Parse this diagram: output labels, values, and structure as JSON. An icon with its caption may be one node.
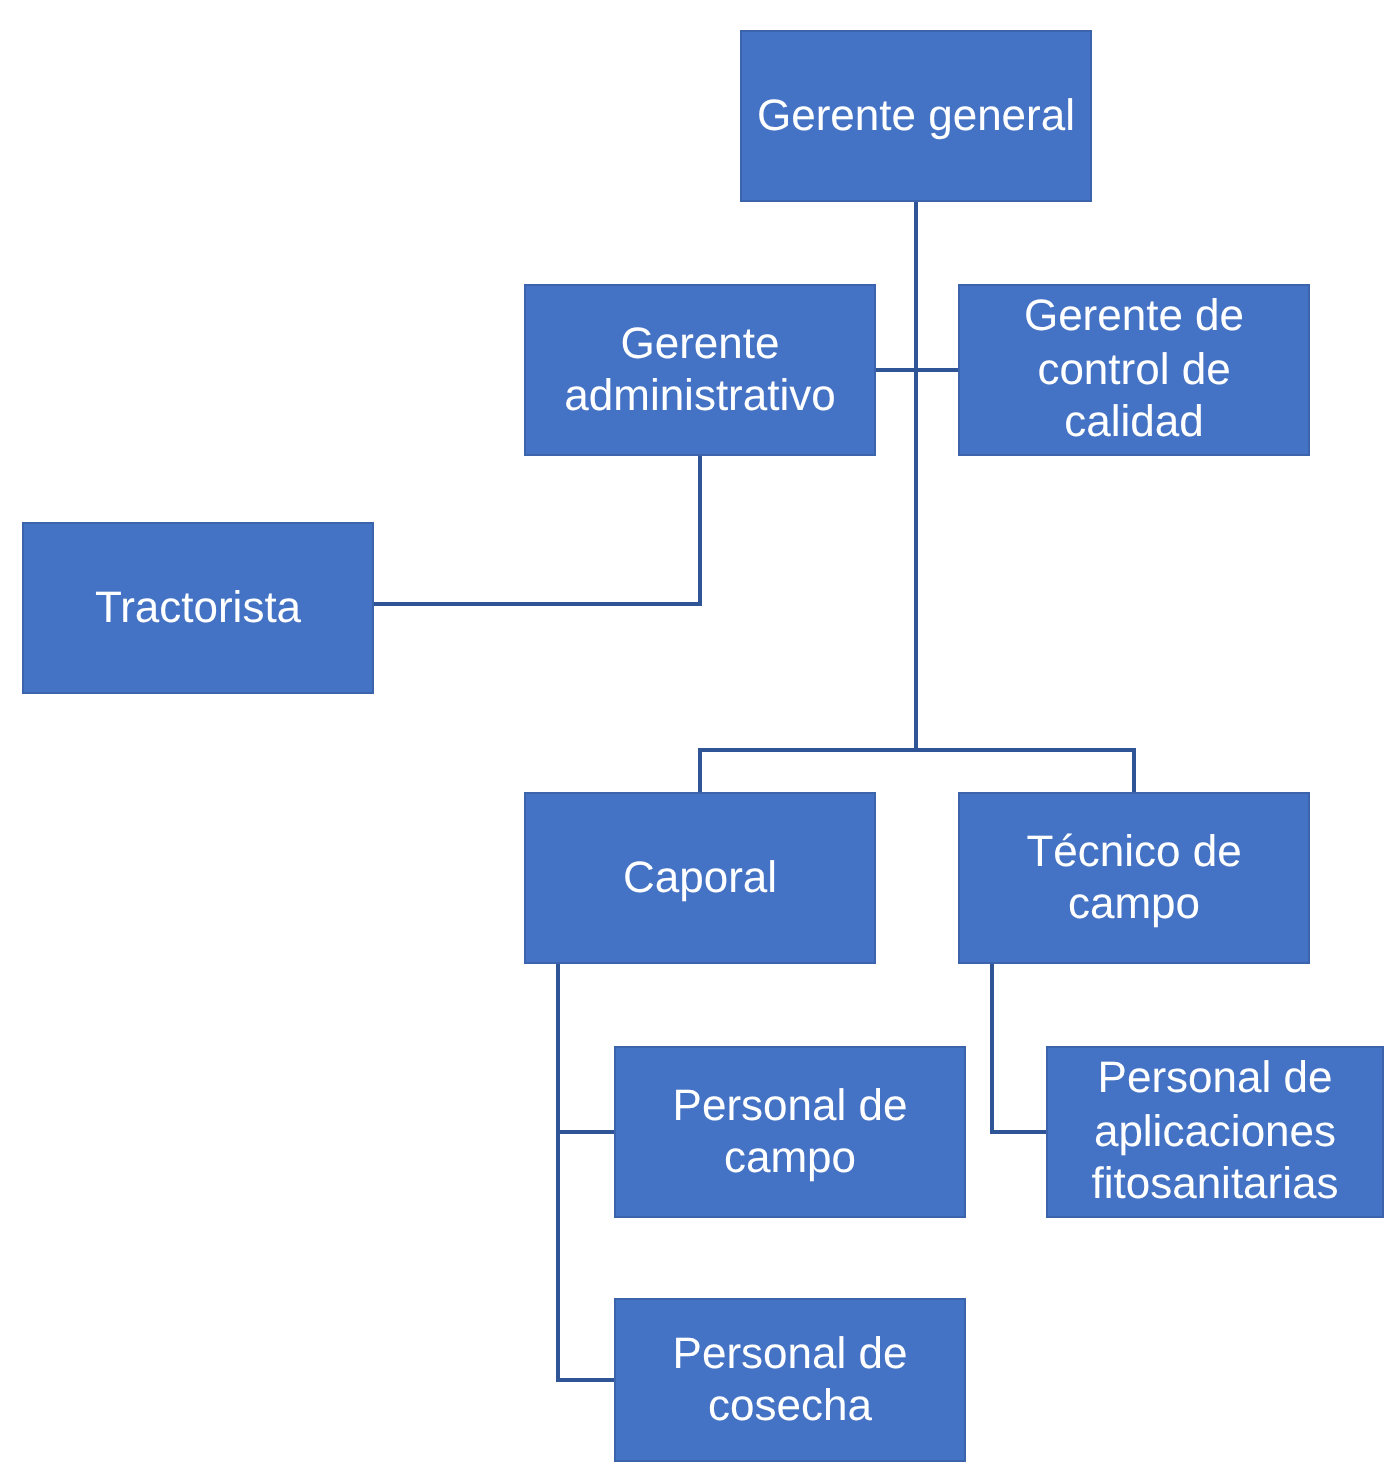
{
  "diagram": {
    "nodes": [
      {
        "text": [
          "Gerente general"
        ]
      },
      {
        "text": [
          "Gerente administrativo"
        ]
      },
      {
        "text": [
          "Gerente de control de calidad"
        ]
      },
      {
        "text": [
          "Tractorista"
        ]
      },
      {
        "text": [
          "Caporal"
        ]
      },
      {
        "text": [
          "Técnico de campo"
        ]
      },
      {
        "text": [
          "Personal de campo"
        ]
      },
      {
        "text": [
          "Personal de aplicaciones fitosanitarias"
        ]
      },
      {
        "text": [
          "Personal de cosecha"
        ]
      }
    ],
    "edges": [
      {
        "from": 0,
        "to": 1,
        "arrow": "none"
      },
      {
        "from": 0,
        "to": 2,
        "arrow": "none"
      },
      {
        "from": 1,
        "to": 3,
        "arrow": "none"
      },
      {
        "from": 0,
        "to": 4,
        "arrow": "none"
      },
      {
        "from": 0,
        "to": 5,
        "arrow": "none"
      },
      {
        "from": 4,
        "to": 6,
        "arrow": "none"
      },
      {
        "from": 4,
        "to": 8,
        "arrow": "none"
      },
      {
        "from": 5,
        "to": 7,
        "arrow": "none"
      }
    ]
  }
}
